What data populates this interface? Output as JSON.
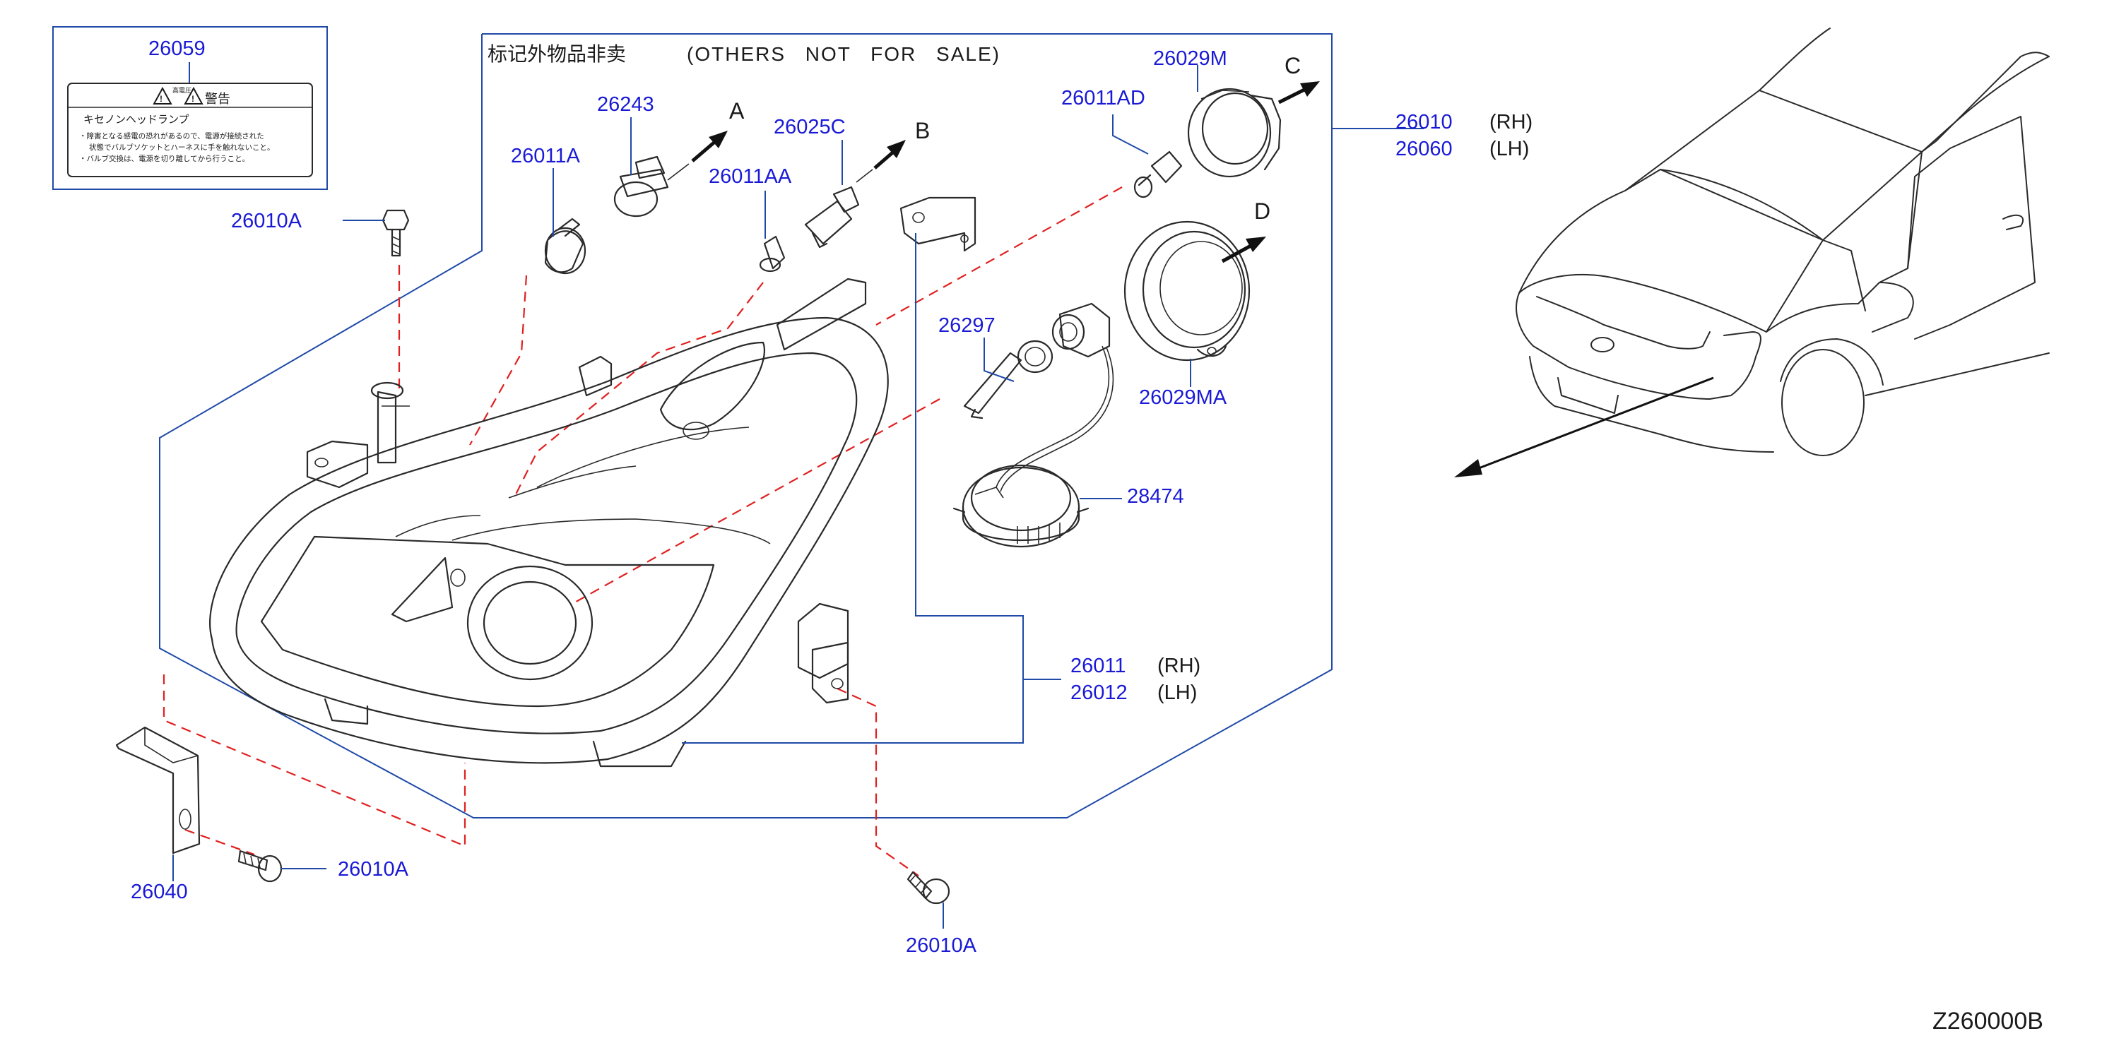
{
  "header": {
    "note_chinese": "标记外物品非卖",
    "note_english": "(OTHERS NOT FOR SALE)"
  },
  "label_box": {
    "part_number": "26059",
    "warning_title": "警告",
    "warning_sub": "高電圧",
    "line1": "キセノンヘッドランプ",
    "line2": "・障害となる感電の恐れがあるので、電源が接続された",
    "line3": "状態でバルブソケットとハーネスに手を触れないこと。",
    "line4": "・バルブ交換は、電源を切り離してから行うこと。"
  },
  "parts": {
    "p26010A_top": "26010A",
    "p26011A": "26011A",
    "p26243": "26243",
    "p26025C": "26025C",
    "p26011AA": "26011AA",
    "p26011AD": "26011AD",
    "p26029M": "26029M",
    "p26010": "26010",
    "p26060": "26060",
    "p26297": "26297",
    "p26029MA": "26029MA",
    "p28474": "28474",
    "p26011": "26011",
    "p26012": "26012",
    "p26040": "26040",
    "p26010A_left": "26010A",
    "p26010A_bottom": "26010A"
  },
  "side": {
    "rh": "(RH)",
    "lh": "(LH)"
  },
  "arrows": {
    "a": "A",
    "b": "B",
    "c": "C",
    "d": "D"
  },
  "diagram_code": "Z260000B"
}
